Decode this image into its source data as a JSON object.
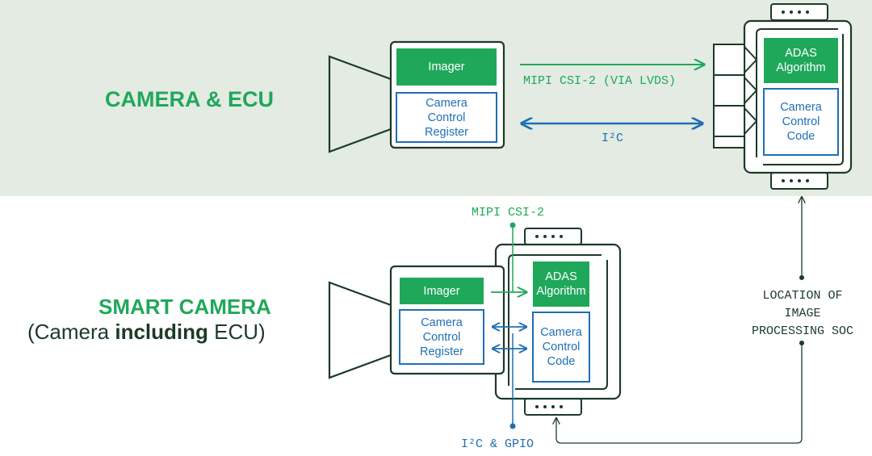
{
  "rows": {
    "top": {
      "title": "CAMERA & ECU"
    },
    "bottom": {
      "title": "SMART CAMERA",
      "subtitle_pre": "(Camera ",
      "subtitle_bold": "including",
      "subtitle_post": " ECU)"
    }
  },
  "top_camera": {
    "imager": "Imager",
    "register": [
      "Camera",
      "Control",
      "Register"
    ]
  },
  "top_ecu": {
    "algorithm": [
      "ADAS",
      "Algorithm"
    ],
    "code": [
      "Camera",
      "Control",
      "Code"
    ]
  },
  "top_links": {
    "mipi": "MIPI CSI-2 (VIA LVDS)",
    "i2c": "I²C"
  },
  "bottom_camera": {
    "imager": "Imager",
    "register": [
      "Camera",
      "Control",
      "Register"
    ]
  },
  "bottom_ecu": {
    "algorithm": [
      "ADAS",
      "Algorithm"
    ],
    "code": [
      "Camera",
      "Control",
      "Code"
    ]
  },
  "bottom_links": {
    "mipi": "MIPI CSI-2",
    "i2c": "I²C & GPIO"
  },
  "soc_label": [
    "LOCATION OF",
    "IMAGE",
    "PROCESSING SOC"
  ],
  "colors": {
    "green": "#20a85a",
    "dark_green": "#1c3a28",
    "blue": "#1f6fb5",
    "band": "#e3ebe3"
  }
}
